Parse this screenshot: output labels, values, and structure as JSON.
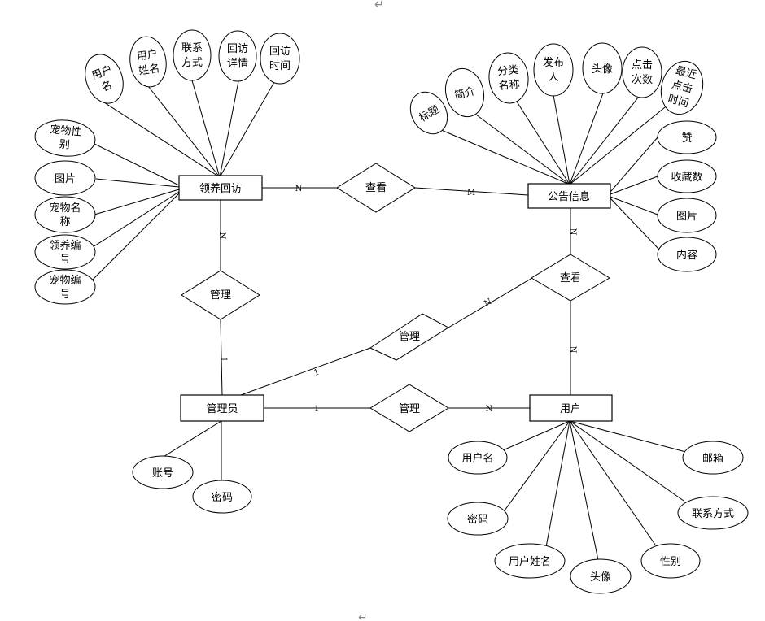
{
  "entities": {
    "adoption_visit": "领养回访",
    "notice_info": "公告信息",
    "admin": "管理员",
    "user": "用户"
  },
  "relationships": {
    "view_top": "查看",
    "view_right": "查看",
    "manage_left": "管理",
    "manage_middle": "管理",
    "manage_bottom": "管理"
  },
  "attributes": {
    "adoption_visit": {
      "username": [
        "用户",
        "名"
      ],
      "user_name": [
        "用户",
        "姓名"
      ],
      "contact": [
        "联系",
        "方式"
      ],
      "visit_detail": [
        "回访",
        "详情"
      ],
      "visit_time": [
        "回访",
        "时间"
      ],
      "pet_gender": [
        "宠物性",
        "别"
      ],
      "image": [
        "图片"
      ],
      "pet_name": [
        "宠物名",
        "称"
      ],
      "adoption_no": [
        "领养编",
        "号"
      ],
      "pet_no": [
        "宠物编",
        "号"
      ]
    },
    "notice_info": {
      "title": [
        "标题"
      ],
      "intro": [
        "简介"
      ],
      "category": [
        "分类",
        "名称"
      ],
      "publisher": [
        "发布",
        "人"
      ],
      "avatar": [
        "头像"
      ],
      "clicks": [
        "点击",
        "次数"
      ],
      "last_click": [
        "最近",
        "点击",
        "时间"
      ],
      "likes": [
        "赞"
      ],
      "favorites": [
        "收藏数"
      ],
      "image": [
        "图片"
      ],
      "content": [
        "内容"
      ]
    },
    "admin": {
      "account": [
        "账号"
      ],
      "password": [
        "密码"
      ]
    },
    "user": {
      "username": [
        "用户名"
      ],
      "email": [
        "邮箱"
      ],
      "password": [
        "密码"
      ],
      "contact": [
        "联系方式"
      ],
      "real_name": [
        "用户姓名"
      ],
      "avatar": [
        "头像"
      ],
      "gender": [
        "性别"
      ]
    }
  },
  "cardinalities": {
    "visit_view": "N",
    "notice_view": "M",
    "visit_manage": "N",
    "admin_manage_visit": "1",
    "notice_view_user": "N",
    "admin_manage_notice": "1",
    "manage_notice_side": "N",
    "user_view": "N",
    "admin_manage_user": "1",
    "user_manage": "N"
  },
  "marks": {
    "top": "↵",
    "bottom": "↵"
  }
}
